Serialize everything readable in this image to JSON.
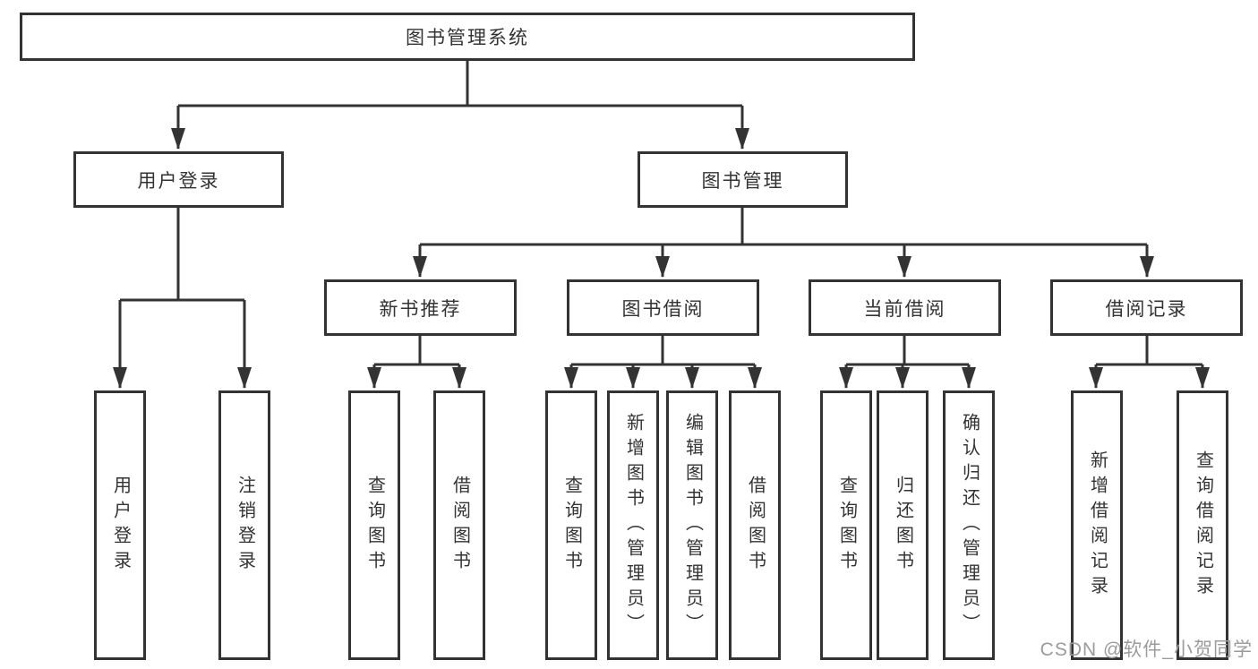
{
  "diagram": {
    "title_node": {
      "label": "图书管理系统"
    },
    "level2": [
      {
        "id": "user-login",
        "label": "用户登录",
        "parent": "图书管理系统"
      },
      {
        "id": "book-management",
        "label": "图书管理",
        "parent": "图书管理系统"
      }
    ],
    "level3": [
      {
        "id": "new-book-recommend",
        "label": "新书推荐",
        "parent": "图书管理"
      },
      {
        "id": "book-borrowing",
        "label": "图书借阅",
        "parent": "图书管理"
      },
      {
        "id": "current-borrowing",
        "label": "当前借阅",
        "parent": "图书管理"
      },
      {
        "id": "borrowing-records",
        "label": "借阅记录",
        "parent": "图书管理"
      }
    ],
    "leaves": [
      {
        "label": "用户登录",
        "parent": "用户登录"
      },
      {
        "label": "注销登录",
        "parent": "用户登录"
      },
      {
        "label": "查询图书",
        "parent": "新书推荐"
      },
      {
        "label": "借阅图书",
        "parent": "新书推荐"
      },
      {
        "label": "查询图书",
        "parent": "图书借阅"
      },
      {
        "label": "新增图书（管理员）",
        "parent": "图书借阅"
      },
      {
        "label": "编辑图书（管理员）",
        "parent": "图书借阅"
      },
      {
        "label": "借阅图书",
        "parent": "图书借阅"
      },
      {
        "label": "查询图书",
        "parent": "当前借阅"
      },
      {
        "label": "归还图书",
        "parent": "当前借阅"
      },
      {
        "label": "确认归还（管理员）",
        "parent": "当前借阅"
      },
      {
        "label": "新增借阅记录",
        "parent": "借阅记录"
      },
      {
        "label": "查询借阅记录",
        "parent": "借阅记录"
      }
    ],
    "style": {
      "line_color": "#333333",
      "box_background": "#ffffff",
      "text_color": "#333333"
    }
  },
  "watermark": {
    "text": "CSDN @软件_小贺同学",
    "color": "#9b9b9b"
  }
}
